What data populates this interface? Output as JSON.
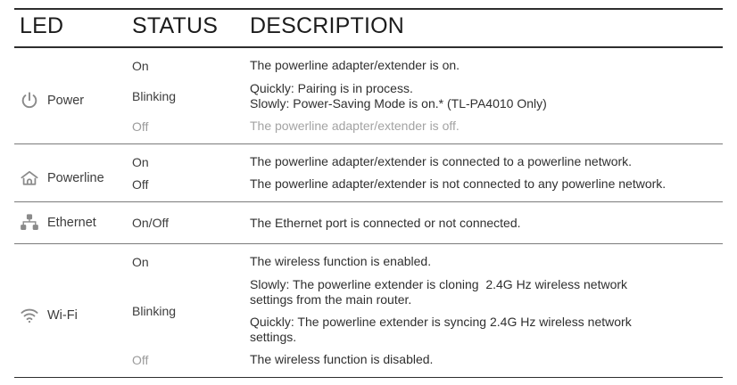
{
  "table": {
    "headers": {
      "led": "LED",
      "status": "STATUS",
      "description": "DESCRIPTION"
    },
    "groups": [
      {
        "icon": "power-icon",
        "led_label": "Power",
        "rows": [
          {
            "status": "On",
            "status_dim": false,
            "desc_lines": [
              "The powerline adapter/extender is on."
            ],
            "desc_dim": false
          },
          {
            "status": "Blinking",
            "status_dim": false,
            "desc_lines": [
              "Quickly: Pairing is in process.",
              "Slowly: Power-Saving Mode is on.* (TL-PA4010 Only)"
            ],
            "desc_dim": false
          },
          {
            "status": "Off",
            "status_dim": true,
            "desc_lines": [
              "The powerline adapter/extender is off."
            ],
            "desc_dim": true
          }
        ]
      },
      {
        "icon": "powerline-house-icon",
        "led_label": "Powerline",
        "rows": [
          {
            "status": "On",
            "status_dim": false,
            "desc_lines": [
              "The powerline adapter/extender is connected to a powerline network."
            ],
            "desc_dim": false
          },
          {
            "status": "Off",
            "status_dim": false,
            "desc_lines": [
              "The powerline adapter/extender is not connected to any powerline network."
            ],
            "desc_dim": false
          }
        ]
      },
      {
        "icon": "ethernet-network-icon",
        "led_label": "Ethernet",
        "rows": [
          {
            "status": "On/Off",
            "status_dim": false,
            "desc_lines": [
              "The Ethernet port is connected or not connected."
            ],
            "desc_dim": false
          }
        ]
      },
      {
        "icon": "wifi-icon",
        "led_label": "Wi-Fi",
        "rows": [
          {
            "status": "On",
            "status_dim": false,
            "desc_lines": [
              "The wireless function is enabled."
            ],
            "desc_dim": false
          },
          {
            "status": "Blinking",
            "status_dim": false,
            "desc_lines": [
              "Slowly: The powerline extender is cloning  2.4G Hz wireless network\nsettings from the main router.",
              "Quickly: The powerline extender is syncing 2.4G Hz wireless network\nsettings."
            ],
            "desc_dim": false
          },
          {
            "status": "Off",
            "status_dim": true,
            "desc_lines": [
              "The wireless function is disabled."
            ],
            "desc_dim": false
          }
        ]
      }
    ]
  },
  "colors": {
    "rule_strong": "#2e2e2e",
    "rule_light": "#7b7b7b",
    "text": "#2f2f2f",
    "text_dim": "#a3a3a3",
    "icon": "#8a8a8a"
  }
}
